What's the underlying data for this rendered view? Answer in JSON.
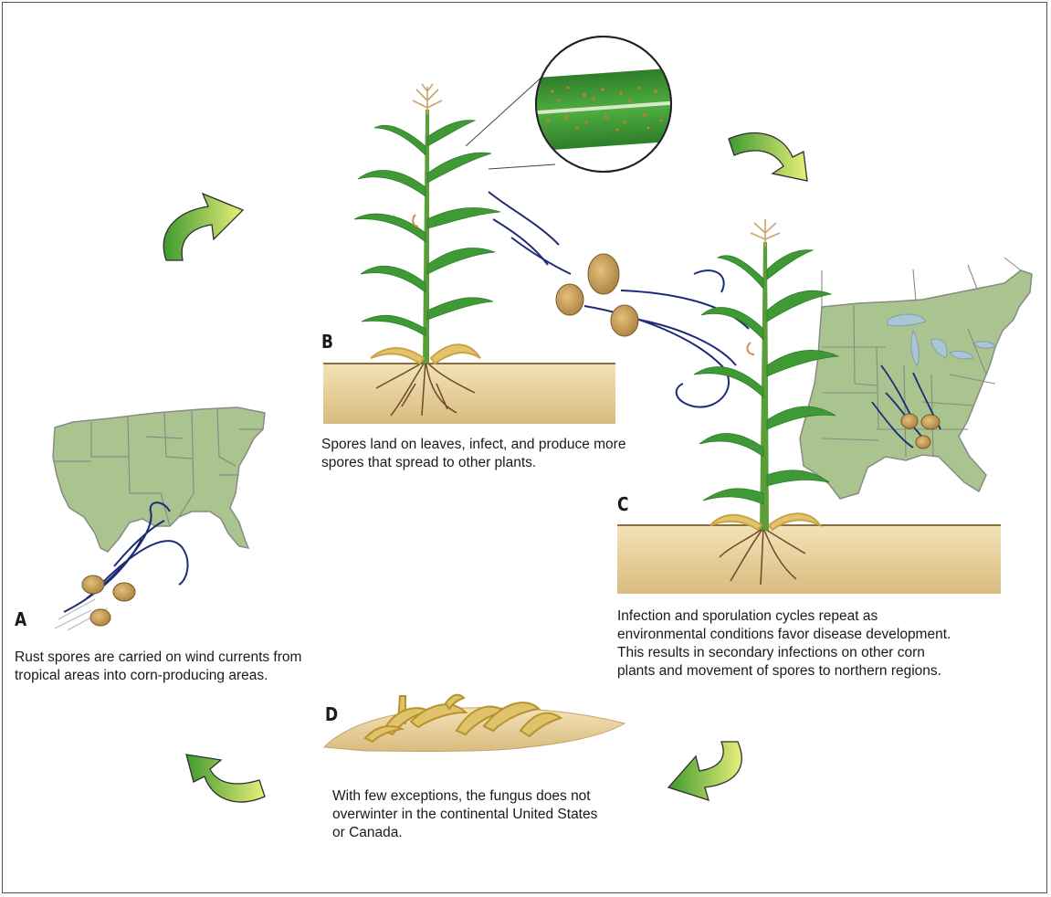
{
  "stages": [
    {
      "letter": "A",
      "caption": "Rust spores are carried on wind currents from tropical areas into corn-producing areas."
    },
    {
      "letter": "B",
      "caption": "Spores land on leaves, infect, and produce more spores that spread to other plants."
    },
    {
      "letter": "C",
      "caption": "Infection and sporulation cycles repeat as environmental conditions favor disease development. This results in secondary infections on other corn plants and movement of spores to northern regions."
    },
    {
      "letter": "D",
      "caption": "With few exceptions, the fungus does not overwinter in the continental United States or Canada."
    }
  ],
  "colors": {
    "leaf": "#3f9a36",
    "leaf_dark": "#2b7a2a",
    "soil": "#e6cf9a",
    "map": "#a9c48f",
    "map_border": "#8a8a84",
    "spore": "#c9a15c",
    "wind": "#1e2b78",
    "arrow_light": "#e8ef7a",
    "arrow_dark": "#3f9a2e",
    "rust": "#d9772f"
  }
}
